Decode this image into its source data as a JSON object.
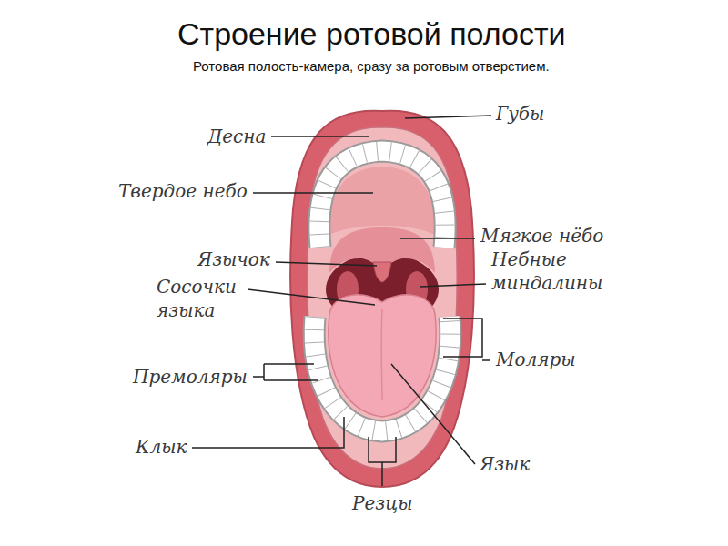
{
  "diagram": {
    "title": "Строение ротовой полости",
    "caption": "Ротовая полость-камера, сразу за ротовым отверстием.",
    "labels": [
      "Десна",
      "Губы",
      "Твердое небо",
      "Мягкое нёбо",
      "Язычок",
      "Небные миндалины",
      "Сосочки языка",
      "Моляры",
      "Премоляры",
      "Клык",
      "Язык",
      "Резцы"
    ]
  }
}
